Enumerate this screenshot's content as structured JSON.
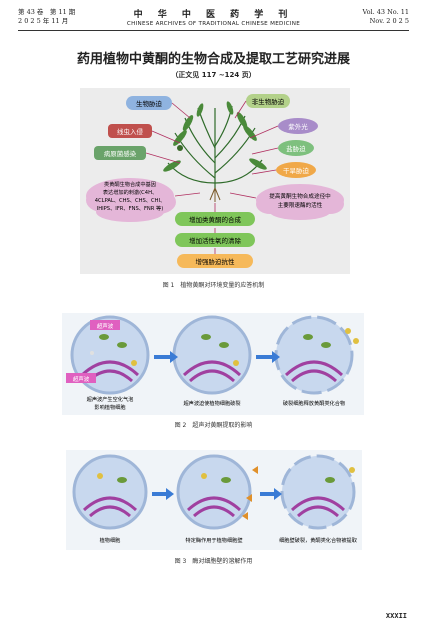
{
  "header": {
    "vol_cn": "第 43 卷　第 11 期",
    "date_cn": "2 0 2 5 年 11 月",
    "journal_cn": "中 华 中 医 药 学 刊",
    "journal_en": "CHINESE ARCHIVES OF TRADITIONAL CHINESE MEDICINE",
    "vol_en": "Vol. 43 No. 11",
    "date_en": "Nov. 2 0 2 5"
  },
  "title": "药用植物中黄酮的生物合成及提取工艺研究进展",
  "subtitle": "（正文见 117 ~124 页）",
  "figure1": {
    "nodes": {
      "bio_stress": "生物胁迫",
      "insect": "线虫入侵",
      "pathogen": "病原菌感染",
      "abio_stress": "非生物胁迫",
      "uv": "紫外光",
      "salt": "盐胁迫",
      "drought": "干旱胁迫",
      "genes_1": "类黄酮生物合成中基因",
      "genes_2": "表达增加的刺激(C4H、",
      "genes_3": "4CLPAL、CHS、CHS、CHI、",
      "genes_4": "IHIPS、IFR、FNS、FNR 等)",
      "enzyme_1": "提高黄酮生物合成途径中",
      "enzyme_2": "主要限速酶的活性",
      "increase": "增加类黄酮的合成",
      "ros": "增加活性氧的清除",
      "resist": "增强胁迫抗性"
    },
    "caption": "图 1　植物黄酮对环境变量的应答机制"
  },
  "figure2": {
    "wave_label_1": "超声波",
    "wave_label_2": "超声波",
    "step1_1": "超声波产生空化气泡",
    "step1_2": "影响植物细胞",
    "step2": "超声波迫使植物细胞破裂",
    "step3": "破裂细胞释放黄酮类化合物",
    "caption": "图 2　超声对黄酮提取的影响"
  },
  "figure3": {
    "step1": "植物细胞",
    "step2": "特定酶作用于植物细胞壁",
    "step3": "细胞壁破裂，黄酮类化合物被提取",
    "caption": "图 3　酶对细胞壁的溶解作用"
  },
  "page_number": "XXXII",
  "colors": {
    "bio": "#8fb3e0",
    "insect": "#c0504d",
    "pathogen": "#6aa36a",
    "abio": "#b3d18a",
    "uv": "#a88cc9",
    "salt": "#7ec07e",
    "drought": "#f0a848",
    "cloud": "#e4b6d8",
    "green_box": "#7fc65a",
    "resist_box": "#f6b95a"
  }
}
